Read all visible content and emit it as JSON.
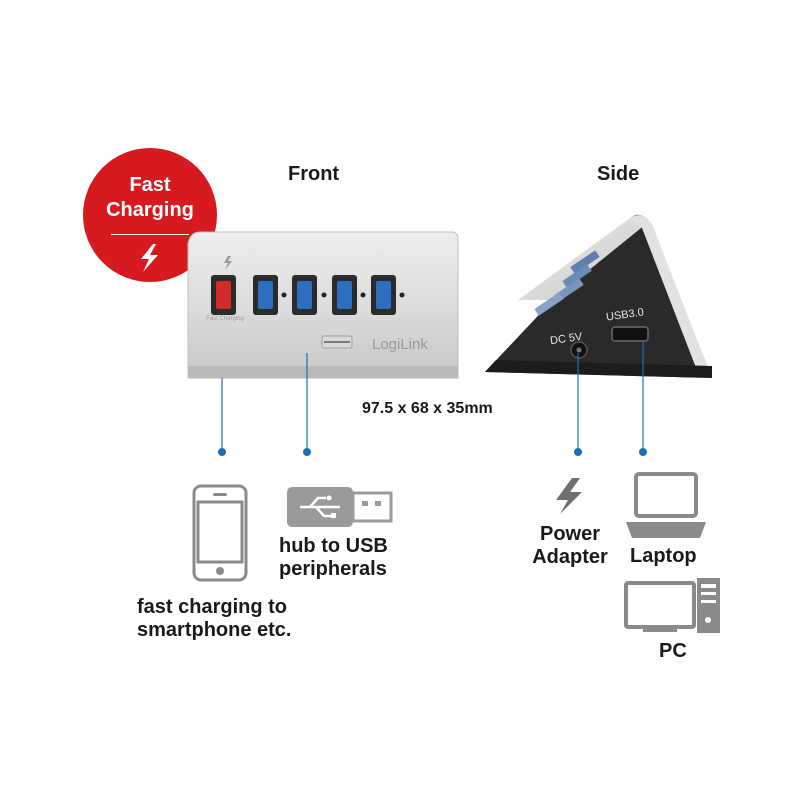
{
  "badge": {
    "line1": "Fast",
    "line2": "Charging",
    "icon": "lightning-icon"
  },
  "headings": {
    "front": "Front",
    "side": "Side"
  },
  "hub": {
    "brand": "LogiLink",
    "port_label": "Fast Charging",
    "dc_label": "DC 5V",
    "usb_label": "USB3.0"
  },
  "dimensions": "97.5 x 68 x 35mm",
  "devices": {
    "smartphone": {
      "line1": "fast charging to",
      "line2": "smartphone etc.",
      "icon": "smartphone-icon"
    },
    "usb": {
      "line1": "hub to USB",
      "line2": "peripherals",
      "icon": "usb-stick-icon"
    },
    "power": {
      "line1": "Power",
      "line2": "Adapter",
      "icon": "lightning-icon"
    },
    "laptop": {
      "label": "Laptop",
      "icon": "laptop-icon"
    },
    "pc": {
      "label": "PC",
      "icon": "desktop-pc-icon"
    }
  },
  "colors": {
    "badge_red": "#d71920",
    "connector_blue": "#1f6fb5",
    "icon_gray": "#8a8a8a"
  }
}
